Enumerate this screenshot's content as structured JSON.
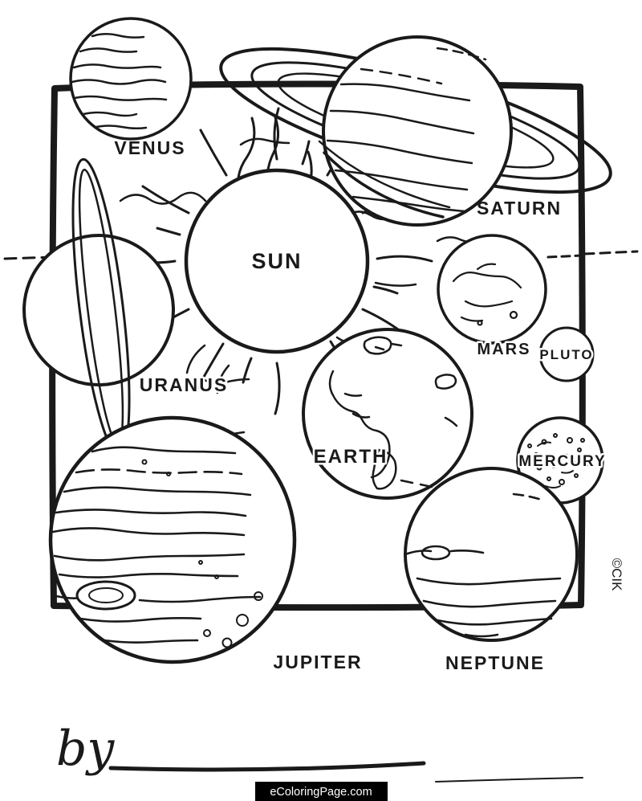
{
  "labels": {
    "venus": "VENUS",
    "saturn": "SATURN",
    "sun": "SUN",
    "mars": "MARS",
    "pluto": "PLUTO",
    "uranus": "URANUS",
    "earth": "EARTH",
    "mercury": "MERCURY",
    "jupiter": "JUPITER",
    "neptune": "NEPTUNE"
  },
  "footer": {
    "byline": "by",
    "credit": "©CIK",
    "watermark": "eColoringPage.com"
  },
  "colors": {
    "ink": "#1a1a1a",
    "paper": "#ffffff",
    "watermark_bg": "#000000",
    "watermark_text": "#ffffff"
  }
}
